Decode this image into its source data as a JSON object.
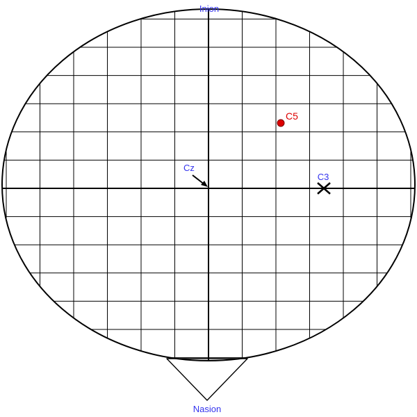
{
  "labels": {
    "top": "Inion",
    "bottom": "Nasion",
    "center": "Cz",
    "point_red": "C5",
    "point_cross": "C3"
  },
  "colors": {
    "label_blue": "#3333ee",
    "label_red": "#dd0000",
    "dot_red": "#dd0000",
    "line": "#000000"
  }
}
